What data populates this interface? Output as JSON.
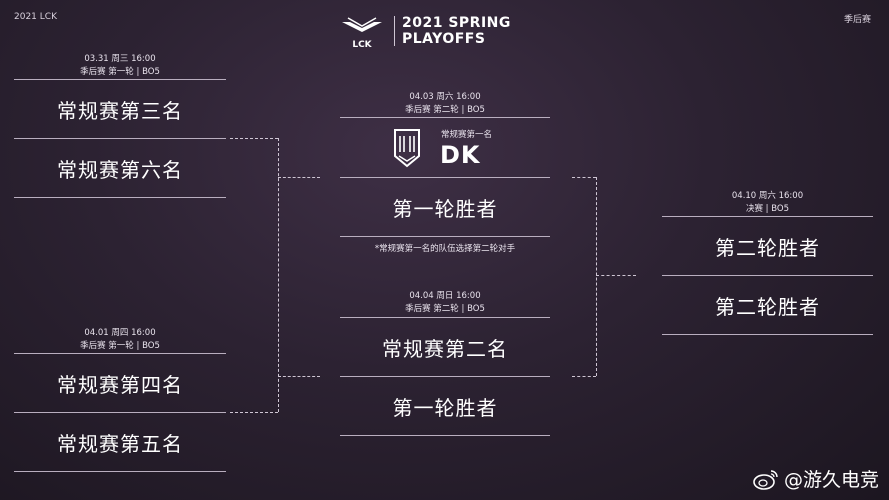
{
  "corner_left": "2021 LCK",
  "corner_right": "季后赛",
  "header": {
    "logo_text": "LCK",
    "title_line1": "2021 SPRING",
    "title_line2": "PLAYOFFS"
  },
  "round1_a": {
    "info_line1": "03.31  周三 16:00",
    "info_line2": "季后赛 第一轮 | BO5",
    "slot_top": "常规赛第三名",
    "slot_bottom": "常规赛第六名"
  },
  "round1_b": {
    "info_line1": "04.01  周四 16:00",
    "info_line2": "季后赛 第一轮 | BO5",
    "slot_top": "常规赛第四名",
    "slot_bottom": "常规赛第五名"
  },
  "round2_a": {
    "info_line1": "04.03  周六 16:00",
    "info_line2": "季后赛 第二轮 | BO5",
    "seed_label": "常规赛第一名",
    "team_text": "DK",
    "slot_bottom": "第一轮胜者",
    "note": "*常规赛第一名的队伍选择第二轮对手"
  },
  "round2_b": {
    "info_line1": "04.04  周日 16:00",
    "info_line2": "季后赛 第二轮 | BO5",
    "slot_top": "常规赛第二名",
    "slot_bottom": "第一轮胜者"
  },
  "final": {
    "info_line1": "04.10  周六 16:00",
    "info_line2": "决赛 | BO5",
    "slot_top": "第二轮胜者",
    "slot_bottom": "第二轮胜者"
  },
  "watermark": {
    "text": "@游久电竞"
  }
}
